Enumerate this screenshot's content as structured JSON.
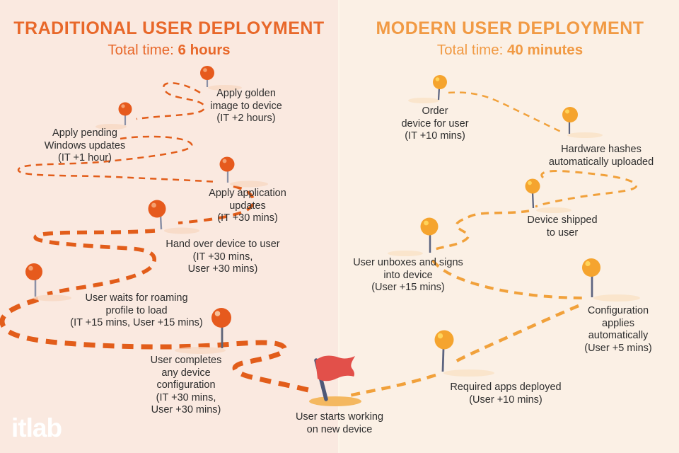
{
  "brand": "itlab",
  "icons": {
    "step_marker": "map-pin-icon",
    "finish_marker": "finish-flag-icon"
  },
  "colors": {
    "left_background": "#FAE9E0",
    "right_background": "#FBF0E5",
    "traditional_accent": "#E8682A",
    "modern_accent": "#F19A44",
    "traditional_path": "#E25D1A",
    "modern_path": "#F1A13B",
    "traditional_pin": "#E65A1D",
    "modern_pin": "#F5A42E",
    "flag_red": "#E2504A",
    "text": "#2E2E2E"
  },
  "traditional": {
    "title": "TRADITIONAL USER DEPLOYMENT",
    "total_label": "Total time:",
    "total_value": "6 hours",
    "steps": [
      "Apply golden\nimage to device\n(IT +2 hours)",
      "Apply pending\nWindows updates\n(IT +1 hour)",
      "Apply application\nupdates\n(IT +30 mins)",
      "Hand over device to user\n(IT +30 mins,\nUser +30 mins)",
      "User waits for roaming\nprofile to load\n(IT +15 mins, User +15 mins)",
      "User completes\nany device\nconfiguration\n(IT +30 mins,\nUser +30 mins)"
    ]
  },
  "modern": {
    "title": "MODERN USER DEPLOYMENT",
    "total_label": "Total time:",
    "total_value": "40 minutes",
    "steps": [
      "Order\ndevice for user\n(IT +10 mins)",
      "Hardware hashes\nautomatically uploaded",
      "Device shipped\nto user",
      "User unboxes and signs\ninto device\n(User +15 mins)",
      "Configuration\napplies\nautomatically\n(User +5 mins)",
      "Required apps deployed\n(User +10 mins)"
    ]
  },
  "finish": {
    "text": "User starts working\non new device"
  }
}
